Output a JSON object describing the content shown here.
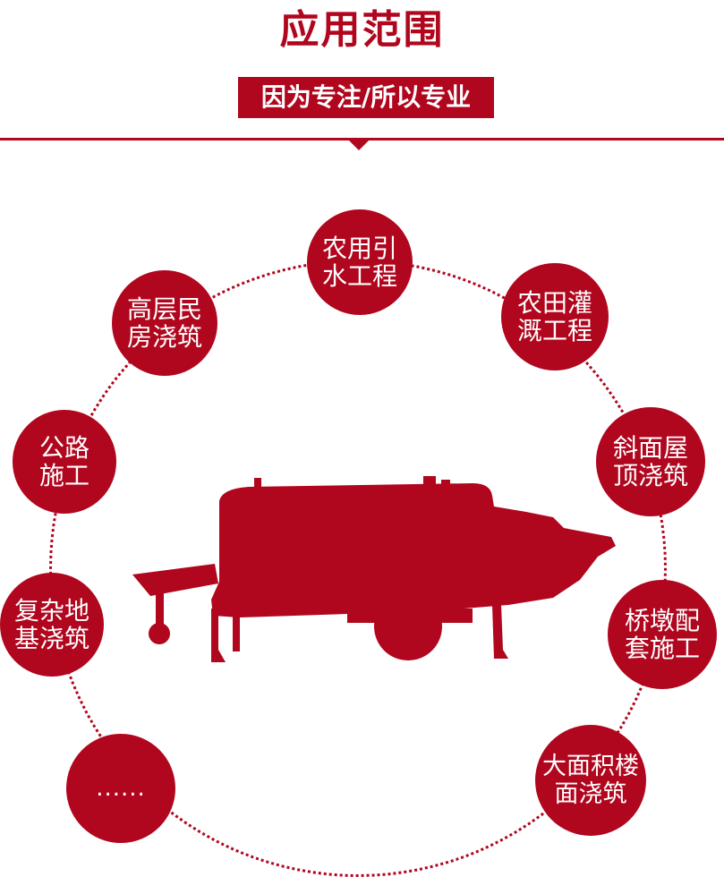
{
  "header": {
    "title": "应用范围",
    "subtitle": "因为专注/所以专业"
  },
  "colors": {
    "accent": "#b0061e",
    "background": "#ffffff",
    "text_on_accent": "#ffffff"
  },
  "applications": [
    {
      "line1": "农用引",
      "line2": "水工程"
    },
    {
      "line1": "农田灌",
      "line2": "溉工程"
    },
    {
      "line1": "斜面屋",
      "line2": "顶浇筑"
    },
    {
      "line1": "桥墩配",
      "line2": "套施工"
    },
    {
      "line1": "大面积楼",
      "line2": "面浇筑"
    },
    {
      "line1": "......",
      "line2": ""
    },
    {
      "line1": "复杂地",
      "line2": "基浇筑"
    },
    {
      "line1": "公路",
      "line2": "施工"
    },
    {
      "line1": "高层民",
      "line2": "房浇筑"
    }
  ],
  "center_image": {
    "icon": "concrete-pump-silhouette-icon"
  }
}
